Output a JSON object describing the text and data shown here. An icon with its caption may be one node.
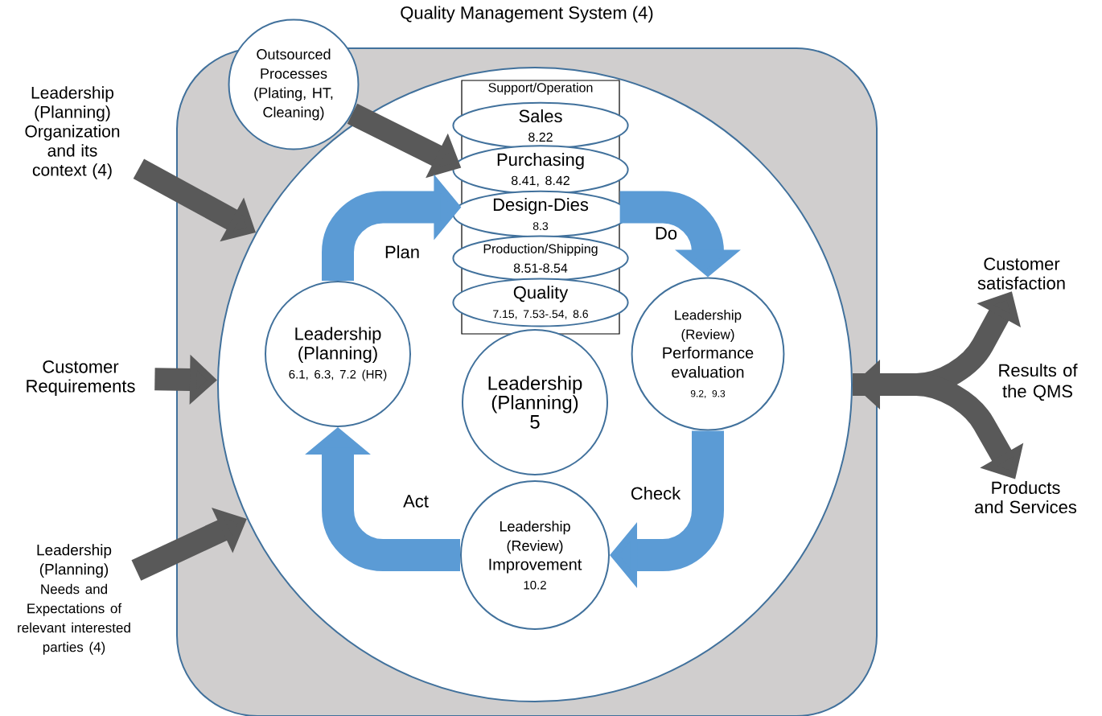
{
  "diagram": {
    "nodes": [
      {
        "text": [
          "Quality Management System (4)"
        ]
      },
      {
        "text": [],
        "shape": "circle",
        "in": 0
      },
      {
        "text": [
          "Outsourced Processes (Plating, HT, Cleaning)"
        ]
      },
      {
        "text": [
          "Support/Operation"
        ],
        "in": 1
      },
      {
        "text": [
          "Sales",
          "8.22"
        ],
        "in": 3
      },
      {
        "text": [
          "Purchasing",
          "8.41, 8.42"
        ],
        "in": 3
      },
      {
        "text": [
          "Design-Dies",
          "8.3"
        ],
        "in": 3
      },
      {
        "text": [
          "Production/Shipping",
          "8.51-8.54"
        ],
        "in": 3
      },
      {
        "text": [
          "Quality",
          "7.15, 7.53-.54, 8.6"
        ],
        "in": 3
      },
      {
        "text": [
          "Leadership (Planning)",
          "6.1, 6.3, 7.2 (HR)"
        ],
        "in": 1
      },
      {
        "text": [
          "Leadership (Planning)",
          "5"
        ],
        "in": 1
      },
      {
        "text": [
          "Leadership (Review)",
          "Performance evaluation",
          "9.2, 9.3"
        ],
        "in": 1
      },
      {
        "text": [
          "Leadership (Review)",
          "Improvement",
          "10.2"
        ],
        "in": 1
      },
      {
        "text": [
          "Leadership (Planning)",
          "Organization and its context (4)"
        ]
      },
      {
        "text": [
          "Customer Requirements"
        ]
      },
      {
        "text": [
          "Leadership (Planning)",
          "Needs and Expectations of relevant interested parties (4)"
        ]
      },
      {
        "text": [
          "Customer satisfaction"
        ]
      },
      {
        "text": [
          "Products and Services"
        ]
      }
    ],
    "edges": [
      {
        "from": 13,
        "to": 1,
        "arrow": "to"
      },
      {
        "from": 14,
        "to": 1,
        "arrow": "to"
      },
      {
        "from": 15,
        "to": 1,
        "arrow": "to"
      },
      {
        "from": 2,
        "to": 3,
        "arrow": "to"
      },
      {
        "from": 9,
        "to": 3,
        "arrow": "to",
        "label": "Plan",
        "color": "#5b9bd5"
      },
      {
        "from": 3,
        "to": 11,
        "arrow": "to",
        "label": "Do",
        "color": "#5b9bd5"
      },
      {
        "from": 11,
        "to": 12,
        "arrow": "to",
        "label": "Check",
        "color": "#5b9bd5"
      },
      {
        "from": 12,
        "to": 9,
        "arrow": "to",
        "label": "Act",
        "color": "#5b9bd5"
      },
      {
        "from": 1,
        "to": 16,
        "arrow": "both"
      },
      {
        "from": 1,
        "to": 17,
        "arrow": "to"
      }
    ],
    "labels": [
      "Results of the QMS"
    ]
  }
}
